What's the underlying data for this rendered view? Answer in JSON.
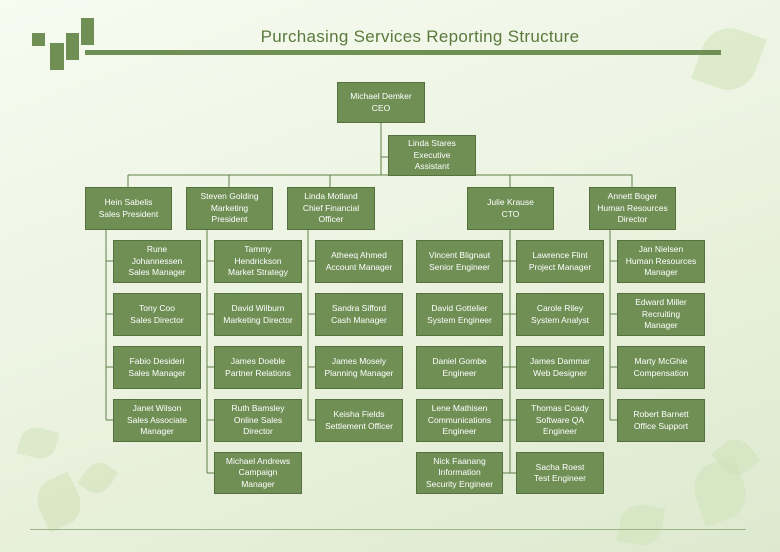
{
  "title": "Purchasing Services Reporting Structure",
  "colors": {
    "box": "#6f8f55",
    "text": "#ffffff",
    "line": "#5f7f47",
    "title": "#5a7a3c"
  },
  "ceo": {
    "text": "Michael Demker\nCEO"
  },
  "assistant": {
    "text": "Linda Stares\nExecutive\nAssistant"
  },
  "vps": [
    {
      "text": "Hein Sabelis\nSales President"
    },
    {
      "text": "Steven Golding\nMarketing\nPresident"
    },
    {
      "text": "Linda Motland\nChief Financial\nOfficer"
    },
    {
      "text": "Julie Krause\nCTO"
    },
    {
      "text": "Annett Boger\nHuman Resources\nDirector"
    }
  ],
  "reports": {
    "sales": [
      {
        "text": "Rune\nJohannessen\nSales Manager"
      },
      {
        "text": "Tony Coo\nSales Director"
      },
      {
        "text": "Fabio Desideri\nSales Manager"
      },
      {
        "text": "Janet Wilson\nSales Associate\nManager"
      }
    ],
    "marketing": [
      {
        "text": "Tammy\nHendrickson\nMarket Strategy"
      },
      {
        "text": "David Wilburn\nMarketing Director"
      },
      {
        "text": "James Doeble\nPartner Relations"
      },
      {
        "text": "Ruth Bamsley\nOnline Sales\nDirector"
      },
      {
        "text": "Michael Andrews\nCampaign\nManager"
      }
    ],
    "finance": [
      {
        "text": "Atheeq Ahmed\nAccount Manager"
      },
      {
        "text": "Sandra Sifford\nCash Manager"
      },
      {
        "text": "James Mosely\nPlanning Manager"
      },
      {
        "text": "Keisha Fields\nSettlement Officer"
      }
    ],
    "tech_left": [
      {
        "text": "Vincent Blignaut\nSenior Engineer"
      },
      {
        "text": "David Gottelier\nSystem Engineer"
      },
      {
        "text": "Daniel Gombe\nEngineer"
      },
      {
        "text": "Lene Mathisen\nCommunications\nEngineer"
      },
      {
        "text": "Nick Faanang\nInformation\nSecurity Engineer"
      }
    ],
    "tech_right": [
      {
        "text": "Lawrence Flint\nProject Manager"
      },
      {
        "text": "Carole Riley\nSystem Analyst"
      },
      {
        "text": "James Dammar\nWeb Designer"
      },
      {
        "text": "Thomas Coady\nSoftware QA\nEngineer"
      },
      {
        "text": "Sacha Roest\nTest Engineer"
      }
    ],
    "hr": [
      {
        "text": "Jan Nielsen\nHuman Resources\nManager"
      },
      {
        "text": "Edward Miller\nRecruiting\nManager"
      },
      {
        "text": "Marty McGhie\nCompensation"
      },
      {
        "text": "Robert Barnett\nOffice Support"
      }
    ]
  }
}
